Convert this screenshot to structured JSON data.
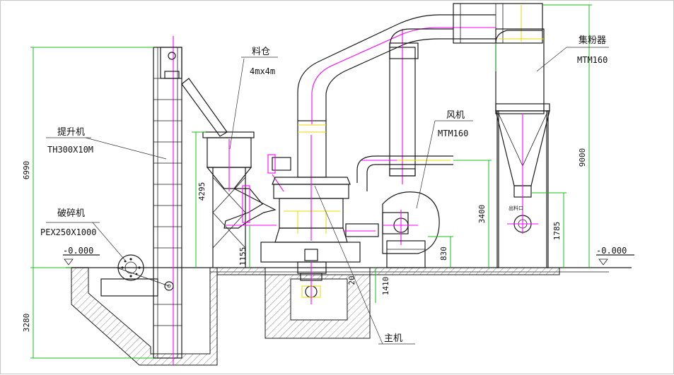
{
  "labels": {
    "bin_name": "料仓",
    "bin_spec": "4mx4m",
    "collector_name": "集粉器",
    "collector_spec": "MTM160",
    "elevator_name": "提升机",
    "elevator_spec": "TH300X10M",
    "fan_name": "风机",
    "fan_spec": "MTM160",
    "crusher_name": "破碎机",
    "crusher_spec": "PEX250X1000",
    "main_name": "主机",
    "outlet_label": "出料口",
    "ground_left": "-0.000",
    "ground_right": "-0.000"
  },
  "dimensions": {
    "d6990": "6990",
    "d3280": "3280",
    "d4295": "4295",
    "d1155": "1155",
    "d1410": "1410",
    "d830": "830",
    "d3400": "3400",
    "d1785": "1785",
    "d9000": "9000",
    "d20": "20"
  },
  "colors": {
    "line": "#1a1a1a",
    "dimension": "#19c119",
    "centerline": "#ff00ff",
    "accent": "#e8d800"
  }
}
